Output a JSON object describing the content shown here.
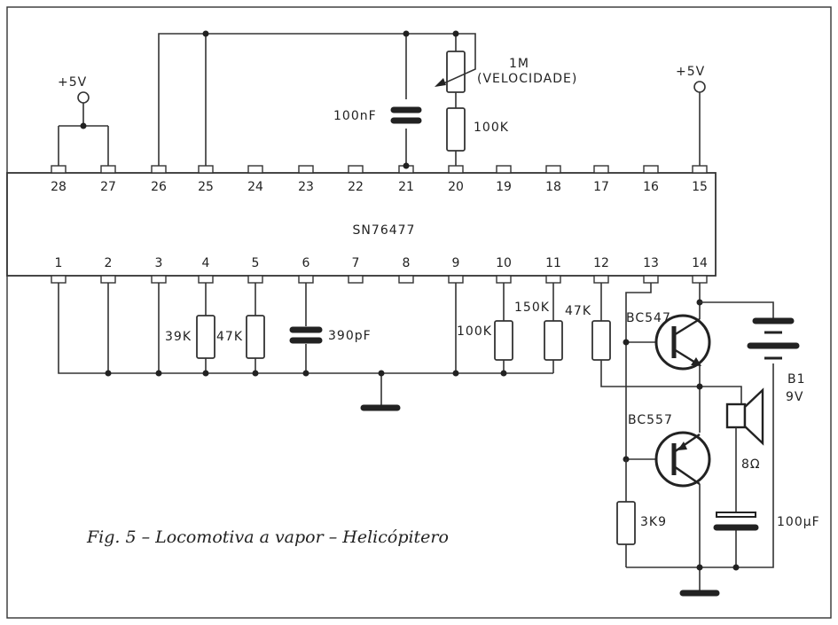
{
  "ic": {
    "name": "SN76477",
    "pins_top": [
      "28",
      "27",
      "26",
      "25",
      "24",
      "23",
      "22",
      "21",
      "20",
      "19",
      "18",
      "17",
      "16",
      "15"
    ],
    "pins_bottom": [
      "1",
      "2",
      "3",
      "4",
      "5",
      "6",
      "7",
      "8",
      "9",
      "10",
      "11",
      "12",
      "13",
      "14"
    ]
  },
  "supply_left": "+5V",
  "supply_right": "+5V",
  "pot": {
    "value": "1M",
    "note": "(VELOCIDADE)"
  },
  "r_100k_top": "100K",
  "c_100nf": "100nF",
  "r_39k": "39K",
  "r_47k_pin5": "47K",
  "c_390pf": "390pF",
  "r_100k_pin10": "100K",
  "r_150k": "150K",
  "r_47k_pin12": "47K",
  "q1": "BC547",
  "q2": "BC557",
  "battery": {
    "name": "B1",
    "voltage": "9V"
  },
  "speaker": "8Ω",
  "r_3k9": "3K9",
  "c_100uf": "100µF",
  "caption": "Fig. 5 – Locomotiva a vapor – Helicópitero"
}
